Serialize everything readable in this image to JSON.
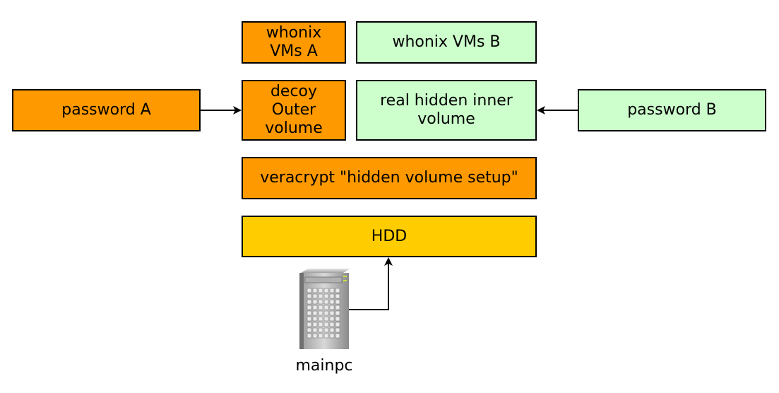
{
  "colors": {
    "orange": "#ff9900",
    "green": "#ccffcc",
    "yellow": "#ffcc00",
    "stroke": "#000000"
  },
  "boxes": {
    "whonix_a": "whonix\nVMs A",
    "whonix_b": "whonix VMs B",
    "password_a": "password A",
    "decoy_outer": "decoy\nOuter\nvolume",
    "hidden_inner": "real hidden inner\nvolume",
    "password_b": "password B",
    "veracrypt": "veracrypt \"hidden volume setup\"",
    "hdd": "HDD"
  },
  "computer": {
    "label": "mainpc",
    "icon": "server-tower-icon"
  }
}
